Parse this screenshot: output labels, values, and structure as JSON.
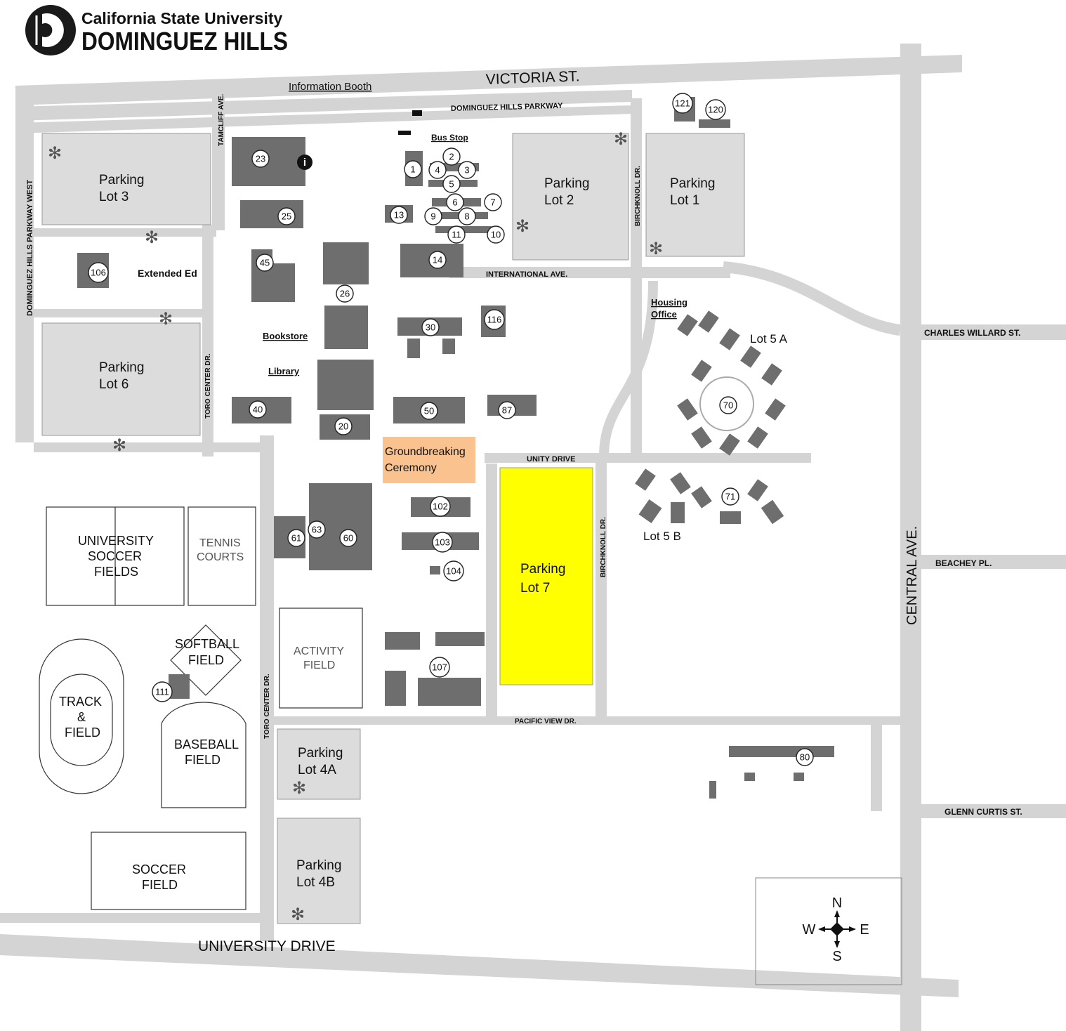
{
  "header": {
    "line1": "California State University",
    "line2": "DOMINGUEZ HILLS"
  },
  "roads": {
    "victoria": "VICTORIA ST.",
    "dh_parkway": "DOMINGUEZ HILLS PARKWAY",
    "dh_parkway_west": "DOMINGUEZ HILLS PARKWAY WEST",
    "tamcliff": "TAMCLIFF AVE.",
    "toro_upper": "TORO CENTER DR.",
    "toro_lower": "TORO CENTER DR.",
    "birchknoll_upper": "BIRCHKNOLL DR.",
    "birchknoll_lower": "BIRCHKNOLL DR.",
    "international": "INTERNATIONAL AVE.",
    "unity": "UNITY DRIVE",
    "pacific_view": "PACIFIC VIEW DR.",
    "university": "UNIVERSITY DRIVE",
    "central": "CENTRAL AVE.",
    "charles_willard": "CHARLES WILLARD ST.",
    "beachey": "BEACHEY PL.",
    "glenn_curtis": "GLENN CURTIS ST."
  },
  "labels": {
    "info_booth": "Information Booth",
    "bus_stop": "Bus Stop",
    "extended_ed": "Extended Ed",
    "bookstore": "Bookstore",
    "library": "Library",
    "housing_1": "Housing",
    "housing_2": "Office",
    "lot5a": "Lot 5 A",
    "lot5b": "Lot 5 B",
    "ground_1": "Groundbreaking",
    "ground_2": "Ceremony",
    "info_icon": "i"
  },
  "parking": {
    "lot3": [
      "Parking",
      "Lot 3"
    ],
    "lot6": [
      "Parking",
      "Lot 6"
    ],
    "lot2": [
      "Parking",
      "Lot 2"
    ],
    "lot1": [
      "Parking",
      "Lot 1"
    ],
    "lot7": [
      "Parking",
      "Lot 7"
    ],
    "lot4a": [
      "Parking",
      "Lot 4A"
    ],
    "lot4b": [
      "Parking",
      "Lot 4B"
    ]
  },
  "fields": {
    "soccer_univ": [
      "UNIVERSITY",
      "SOCCER",
      "FIELDS"
    ],
    "tennis": [
      "TENNIS",
      "COURTS"
    ],
    "activity": [
      "ACTIVITY",
      "FIELD"
    ],
    "softball": [
      "SOFTBALL",
      "FIELD"
    ],
    "track": [
      "TRACK",
      "&",
      "FIELD"
    ],
    "baseball": [
      "BASEBALL",
      "FIELD"
    ],
    "soccer": [
      "SOCCER",
      "FIELD"
    ]
  },
  "buildings": [
    "23",
    "25",
    "45",
    "106",
    "1",
    "2",
    "3",
    "4",
    "5",
    "6",
    "7",
    "8",
    "9",
    "10",
    "11",
    "13",
    "14",
    "26",
    "30",
    "116",
    "40",
    "20",
    "50",
    "87",
    "70",
    "71",
    "102",
    "103",
    "104",
    "61",
    "63",
    "60",
    "107",
    "111",
    "80",
    "121",
    "120"
  ],
  "compass": {
    "n": "N",
    "s": "S",
    "e": "E",
    "w": "W"
  },
  "colors": {
    "road": "#d4d4d4",
    "lot": "#dcdcdc",
    "building": "#6e6e6e",
    "highlight_lot7": "#ffff00",
    "groundbreaking": "#f9c28f"
  }
}
